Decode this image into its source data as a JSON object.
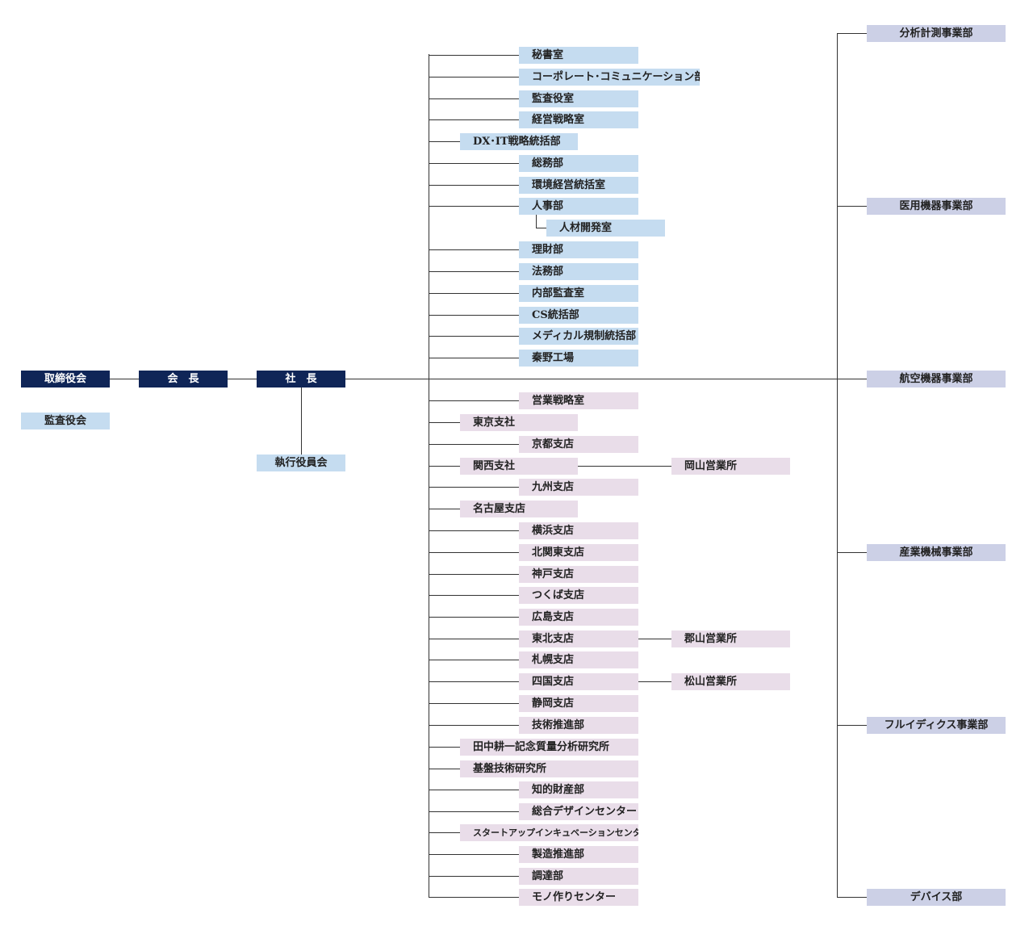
{
  "colors": {
    "navy": "#0f2557",
    "blue": "#c5dcf0",
    "pink": "#e9dde9",
    "lavender": "#ccd0e6",
    "line": "#333333"
  },
  "top": {
    "board": "取締役会",
    "chairman": "会　長",
    "president": "社　長",
    "auditors": "監査役会",
    "executive": "執行役員会"
  },
  "staff": [
    "秘書室",
    "コーポレート･コミュニケーション部",
    "監査役室",
    "経営戦略室",
    "DX･IT戦略統括部",
    "総務部",
    "環境経営統括室",
    "人事部",
    "人材開発室",
    "理財部",
    "法務部",
    "内部監査室",
    "CS統括部",
    "メディカル規制統括部",
    "秦野工場"
  ],
  "sales": [
    "営業戦略室",
    "東京支社",
    "京都支店",
    "関西支社",
    "九州支店",
    "名古屋支店",
    "横浜支店",
    "北関東支店",
    "神戸支店",
    "つくば支店",
    "広島支店",
    "東北支店",
    "札幌支店",
    "四国支店",
    "静岡支店",
    "技術推進部",
    "田中耕一記念質量分析研究所",
    "基盤技術研究所",
    "知的財産部",
    "総合デザインセンター",
    "スタートアップインキュベーションセンター",
    "製造推進部",
    "調達部",
    "モノ作りセンター"
  ],
  "offices": {
    "okayama": "岡山営業所",
    "koriyama": "郡山営業所",
    "matsuyama": "松山営業所"
  },
  "divisions": [
    "分析計測事業部",
    "医用機器事業部",
    "航空機器事業部",
    "産業機械事業部",
    "フルイディクス事業部",
    "デバイス部"
  ]
}
